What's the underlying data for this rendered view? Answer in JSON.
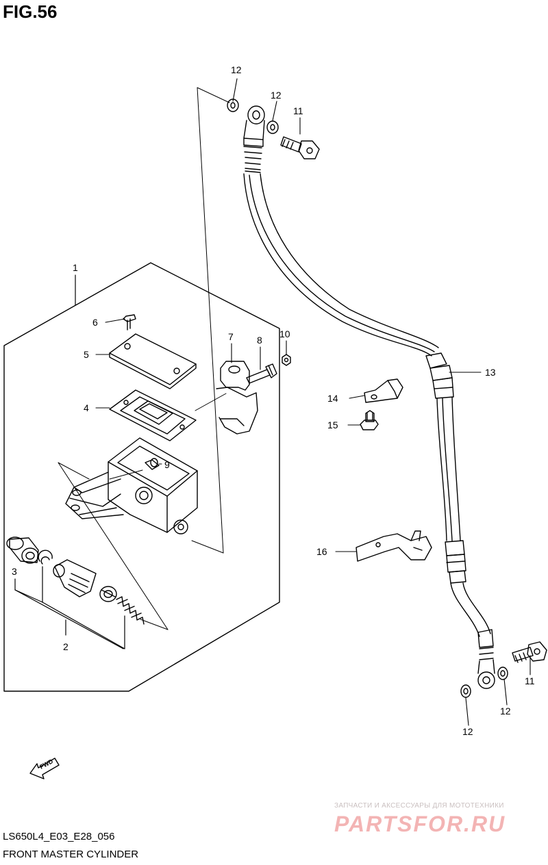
{
  "figure": {
    "title": "FIG.56",
    "code": "LS650L4_E03_E28_056",
    "name": "FRONT MASTER CYLINDER"
  },
  "watermark": {
    "subtitle": "ЗАПЧАСТИ И АКСЕССУАРЫ ДЛЯ МОТОТЕХНИКИ",
    "brand": "PARTSFOR.RU",
    "color": "#f3b4b4"
  },
  "fwd_label": "FWD",
  "callouts": [
    {
      "id": "c1",
      "text": "1"
    },
    {
      "id": "c2",
      "text": "2"
    },
    {
      "id": "c3",
      "text": "3"
    },
    {
      "id": "c4",
      "text": "4"
    },
    {
      "id": "c5",
      "text": "5"
    },
    {
      "id": "c6",
      "text": "6"
    },
    {
      "id": "c7",
      "text": "7"
    },
    {
      "id": "c8",
      "text": "8"
    },
    {
      "id": "c9",
      "text": "9"
    },
    {
      "id": "c10",
      "text": "10"
    },
    {
      "id": "c11a",
      "text": "11"
    },
    {
      "id": "c11b",
      "text": "11"
    },
    {
      "id": "c12a",
      "text": "12"
    },
    {
      "id": "c12b",
      "text": "12"
    },
    {
      "id": "c12c",
      "text": "12"
    },
    {
      "id": "c12d",
      "text": "12"
    },
    {
      "id": "c13",
      "text": "13"
    },
    {
      "id": "c14",
      "text": "14"
    },
    {
      "id": "c15",
      "text": "15"
    },
    {
      "id": "c16",
      "text": "16"
    }
  ]
}
